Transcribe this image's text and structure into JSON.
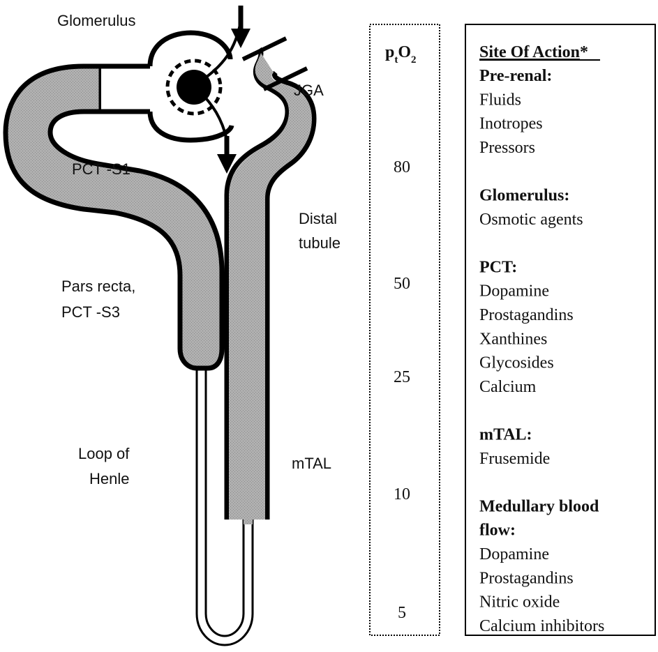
{
  "nephron": {
    "labels": {
      "glomerulus": "Glomerulus",
      "pct_s1": "PCT -S1",
      "pars_recta_1": "Pars recta,",
      "pars_recta_2": "PCT -S3",
      "loop_1": "Loop of",
      "loop_2": "Henle",
      "jga": "JGA",
      "distal_1": "Distal",
      "distal_2": "tubule",
      "mtal": "mTAL"
    }
  },
  "pto2": {
    "header": "p",
    "header_sub": "t",
    "header_o": "O",
    "header_sub2": "2",
    "values": [
      "80",
      "50",
      "25",
      "10",
      "5"
    ]
  },
  "site_of_action": {
    "title": "Site Of Action",
    "title_mark": "*",
    "lines": [
      {
        "text": "Pre-renal:",
        "bold": true
      },
      {
        "text": "Fluids",
        "bold": false
      },
      {
        "text": "Inotropes",
        "bold": false
      },
      {
        "text": "Pressors",
        "bold": false
      },
      {
        "text": "",
        "bold": false
      },
      {
        "text": "Glomerulus:",
        "bold": true
      },
      {
        "text": "Osmotic agents",
        "bold": false
      },
      {
        "text": "",
        "bold": false
      },
      {
        "text": "PCT:",
        "bold": true
      },
      {
        "text": "Dopamine",
        "bold": false
      },
      {
        "text": "Prostagandins",
        "bold": false
      },
      {
        "text": "Xanthines",
        "bold": false
      },
      {
        "text": "Glycosides",
        "bold": false
      },
      {
        "text": "Calcium",
        "bold": false
      },
      {
        "text": "",
        "bold": false
      },
      {
        "text": "mTAL:",
        "bold": true
      },
      {
        "text": "Frusemide",
        "bold": false
      },
      {
        "text": "",
        "bold": false
      },
      {
        "text": "Medullary blood",
        "bold": true
      },
      {
        "text": "flow:",
        "bold": true
      },
      {
        "text": "Dopamine",
        "bold": false
      },
      {
        "text": "Prostagandins",
        "bold": false
      },
      {
        "text": "Nitric oxide",
        "bold": false
      },
      {
        "text": "Calcium inhibitors",
        "bold": false
      }
    ]
  },
  "colors": {
    "tubule_fill": "#a9a9a9",
    "stroke": "#000000"
  }
}
